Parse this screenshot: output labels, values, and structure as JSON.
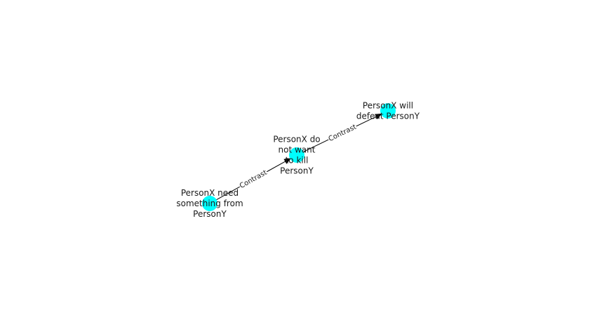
{
  "diagram": {
    "node_color": "#00ffff",
    "edge_color": "#000000",
    "nodes": [
      {
        "id": "n1",
        "label_lines": [
          "PersonX need",
          "something from",
          "PersonY"
        ]
      },
      {
        "id": "n2",
        "label_lines": [
          "PersonX do",
          "not want",
          "to kill",
          "PersonY"
        ]
      },
      {
        "id": "n3",
        "label_lines": [
          "PersonX will",
          "defeat PersonY"
        ]
      }
    ],
    "edges": [
      {
        "from": "n1",
        "to": "n2",
        "label": "Contrast"
      },
      {
        "from": "n2",
        "to": "n3",
        "label": "Contrast"
      }
    ]
  }
}
